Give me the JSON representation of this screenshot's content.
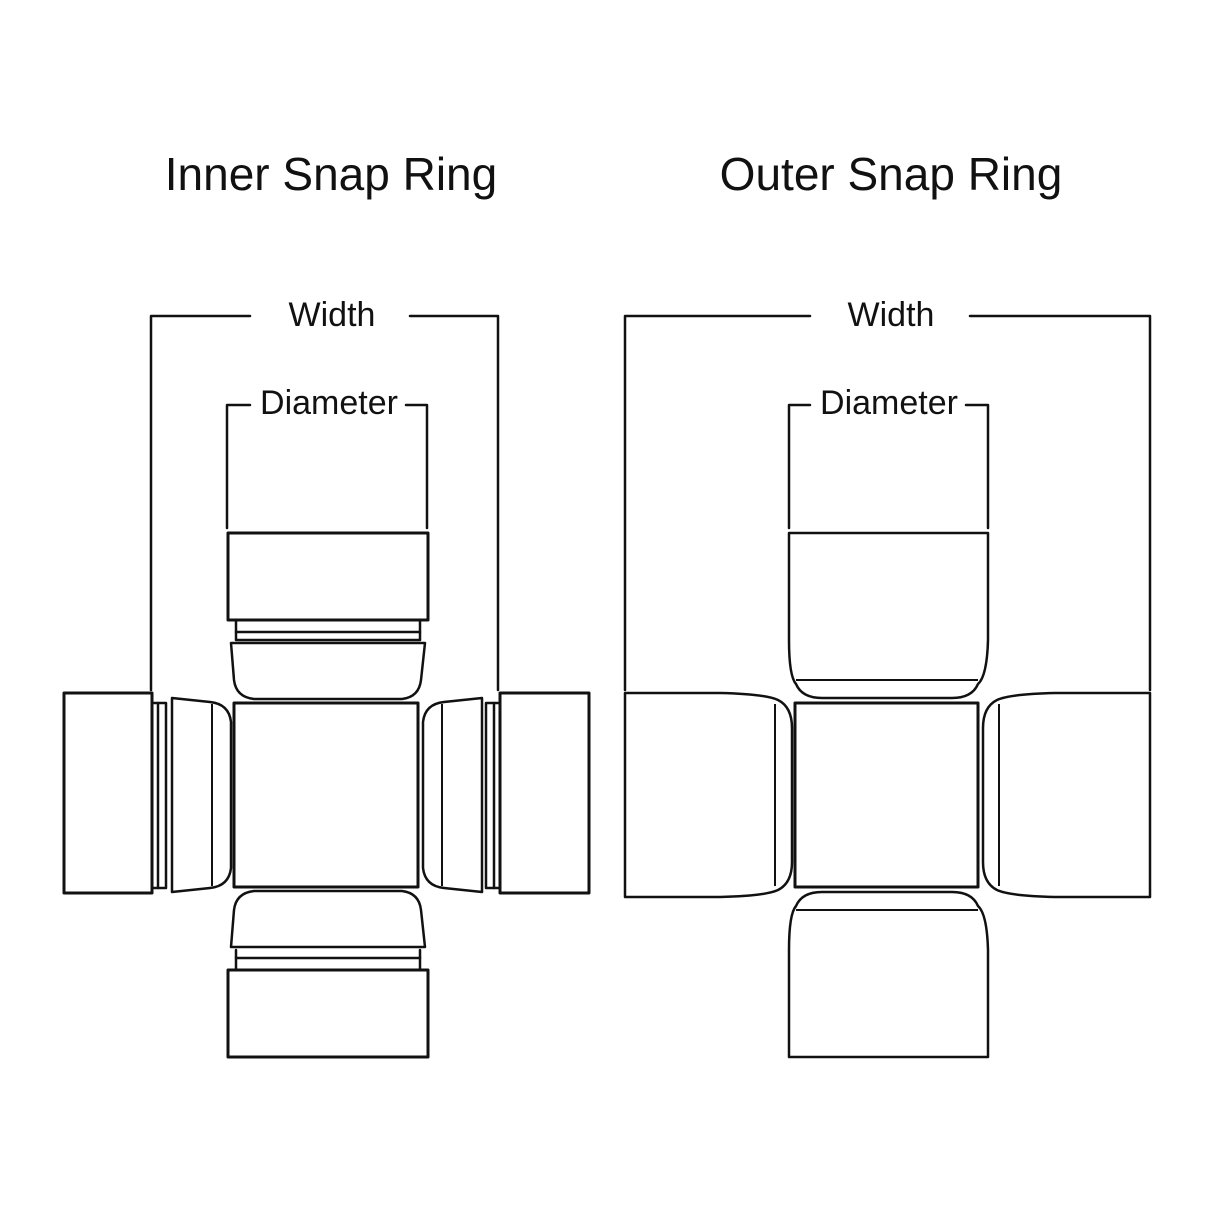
{
  "panels": {
    "inner": {
      "title": "Inner Snap Ring",
      "width_label": "Width",
      "diameter_label": "Diameter"
    },
    "outer": {
      "title": "Outer Snap Ring",
      "width_label": "Width",
      "diameter_label": "Diameter"
    }
  },
  "colors": {
    "line": "#111111",
    "background": "#ffffff"
  }
}
